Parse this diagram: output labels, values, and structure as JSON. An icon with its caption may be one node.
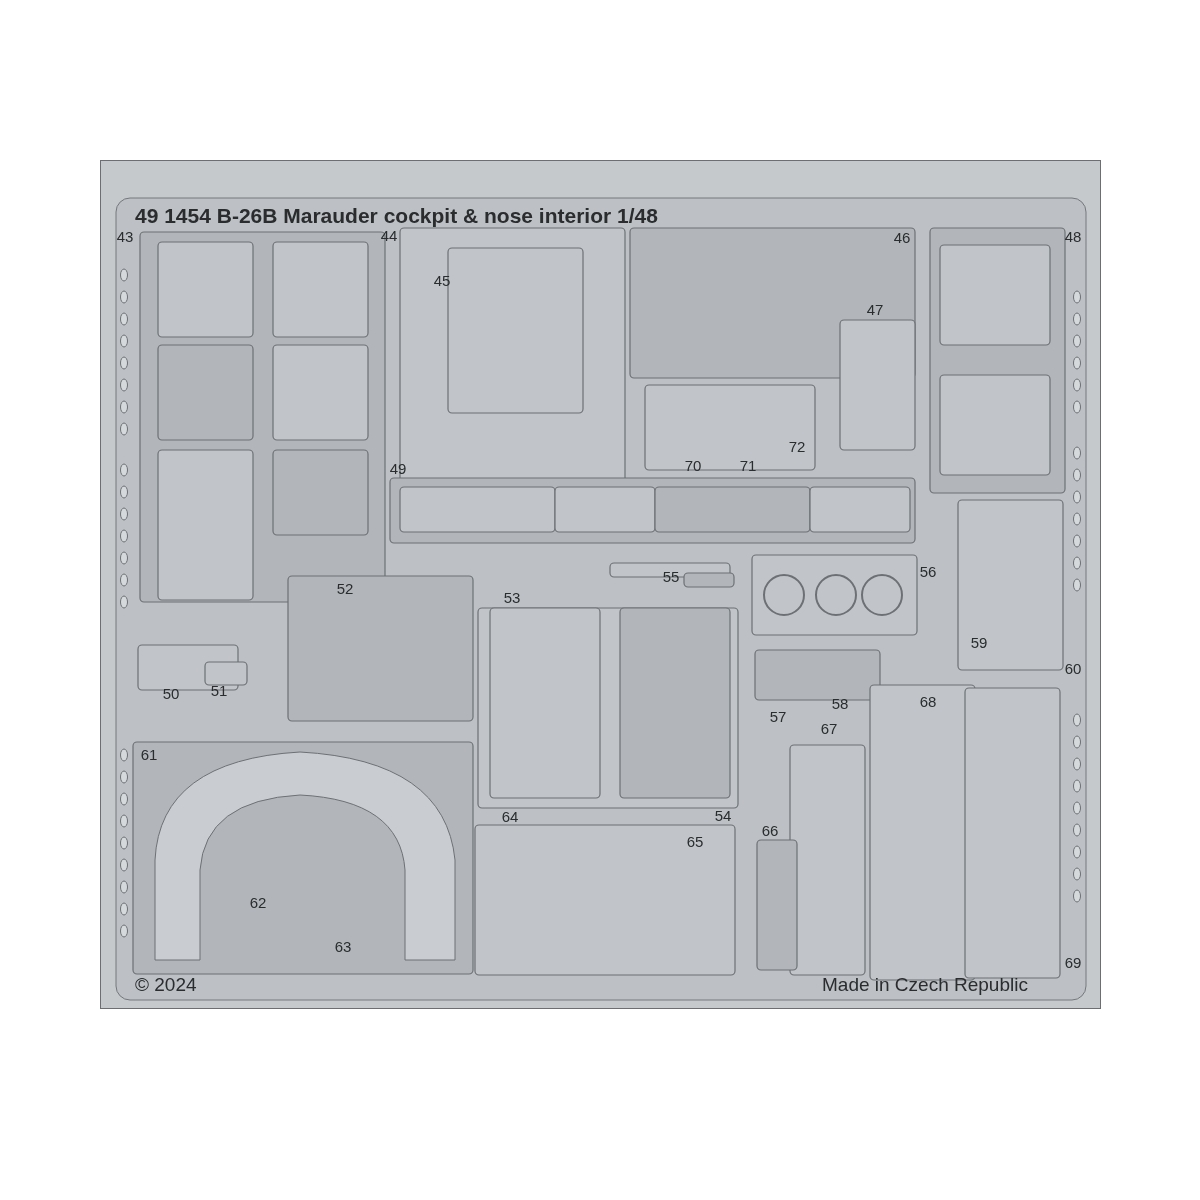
{
  "diagram": {
    "title": "49 1454 B-26B Marauder cockpit & nose interior 1/48",
    "labels": [
      "43",
      "44",
      "45",
      "46",
      "48",
      "47",
      "70",
      "71",
      "72",
      "49",
      "55",
      "56",
      "52",
      "53",
      "59",
      "60",
      "50",
      "51",
      "57",
      "58",
      "68",
      "67",
      "61",
      "64",
      "54",
      "65",
      "66",
      "62",
      "63",
      "69",
      "© 2024",
      "Made in Czech Republic"
    ]
  }
}
